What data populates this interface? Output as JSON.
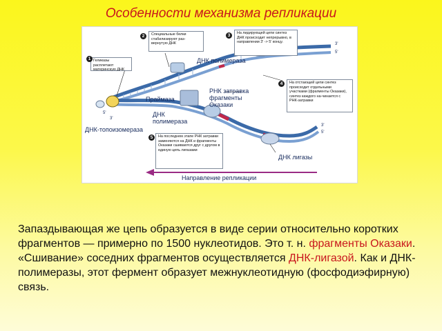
{
  "title": "Особенности механизма репликации",
  "diagram": {
    "callouts": {
      "c1": "Геликазы расплетают материнскую ДНК",
      "c2": "Специальные белки стабилизируют раз-вернутую ДНК",
      "c3": "На лидирующей цепи синтез ДНК происходит непрерывно, в направлении 3' -> 5' концу.",
      "c4": "На отстающей цепи синтез происходит отдельными участками (фрагменты Оказаки), синтез каждого на-чинается с РНК-затравки",
      "c5": "На последнем этапе РНК затравки заменяются на ДНК и фрагменты Оказаки сшиваются друг с другом в единую цепь лигазами"
    },
    "numbers": [
      "1",
      "2",
      "3",
      "4",
      "5"
    ],
    "labels": {
      "dna_polymerase_top": "ДНК полимераза",
      "rna_primer": "РНК затравка",
      "okazaki_fragments": "фрагменты Оказаки",
      "primase": "Праймаза",
      "dna_polymerase_mid": "ДНК полимераза",
      "topoisomerase": "ДНК-топоизомераза",
      "ligase": "ДНК лигазы",
      "direction": "Направление репликации"
    },
    "ends": {
      "top_right_3": "3'",
      "top_right_5": "5'",
      "left_5": "5'",
      "left_3": "3'",
      "bottom_right_3": "3'",
      "bottom_right_5": "5'"
    }
  },
  "body": {
    "p1_part1": "Запаздывающая же цепь образуется в виде серии относительно коротких фрагментов — примерно по 1500 нуклеотидов. Это т. н. ",
    "p1_highlight": "фрагменты Оказаки",
    "p1_part2": ".",
    "p2_part1": "«Сшивание» соседних фрагментов осуществляется ",
    "p2_highlight": "ДНК-лигазой",
    "p2_part2": ". Как и ДНК-полимеразы, этот фермент образует межнуклеотидную (фосфодиэфирную) связь."
  },
  "colors": {
    "title": "#c8161d",
    "highlight": "#c8161d",
    "dna_strand": "#3b6aa8",
    "rna_primer": "#c0284a",
    "enzyme": "#b8cde6",
    "direction_arrow": "#9a2a84"
  }
}
